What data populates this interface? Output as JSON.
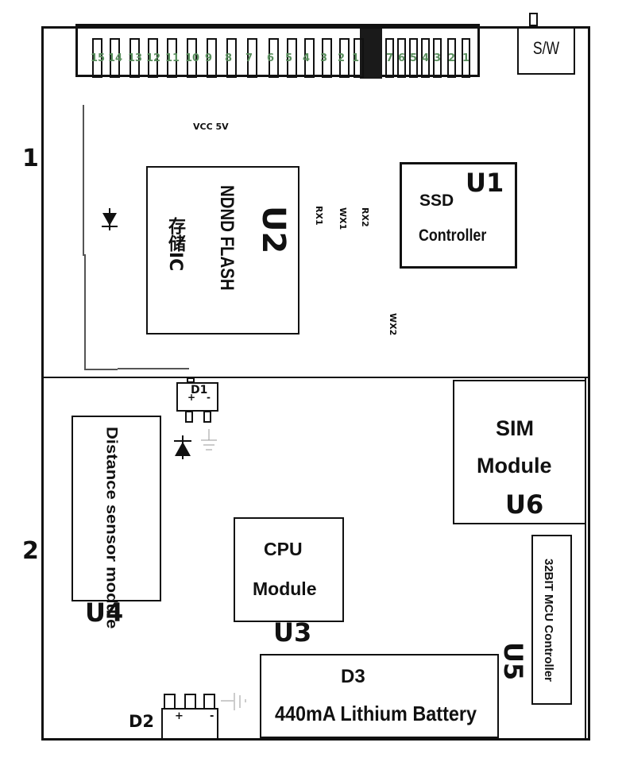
{
  "sections": [
    {
      "label": "1"
    },
    {
      "label": "2"
    }
  ],
  "connector": {
    "left_pins": [
      "15",
      "14",
      "13",
      "12",
      "11",
      "10",
      "9",
      "8",
      "7",
      "6",
      "5",
      "4",
      "3",
      "2",
      "1"
    ],
    "right_pins": [
      "7",
      "6",
      "5",
      "4",
      "3",
      "2",
      "1"
    ],
    "pin_label_color": "#5a8f5e"
  },
  "switch": {
    "label": "S/W"
  },
  "power": {
    "vcc_label": "VCC 5V"
  },
  "signals": {
    "rx1": "RX1",
    "wx1": "WX1",
    "rx2": "RX2",
    "wx2": "WX2"
  },
  "components": {
    "u1": {
      "ref": "U1",
      "line1": "SSD",
      "line2": "Controller"
    },
    "u2": {
      "ref": "U2",
      "line1": "NDND FLASH",
      "line2": "存储IC"
    },
    "u3": {
      "ref": "U3",
      "line1": "CPU",
      "line2": "Module"
    },
    "u4": {
      "ref": "U4",
      "line1": "Distance sensor module"
    },
    "u5": {
      "ref": "U5",
      "line1": "32BIT MCU Controller"
    },
    "u6": {
      "ref": "U6",
      "line1": "SIM",
      "line2": "Module"
    },
    "d1": {
      "ref": "D1",
      "plus": "+",
      "minus": "-"
    },
    "d2": {
      "ref": "D2",
      "plus": "+",
      "minus": "-"
    },
    "d3": {
      "ref": "D3",
      "line1": "440mA Lithium Battery"
    }
  }
}
